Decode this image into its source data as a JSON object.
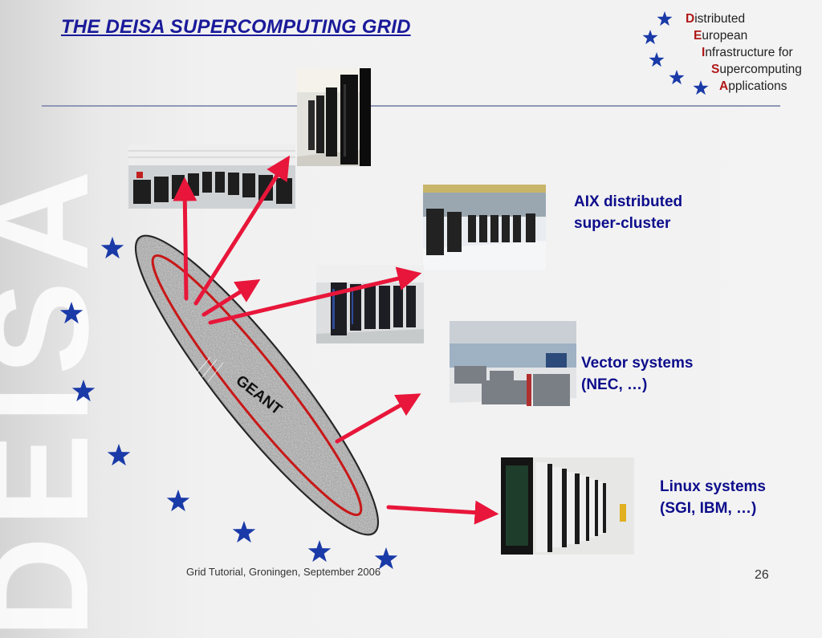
{
  "slide": {
    "title": "THE DEISA SUPERCOMPUTING GRID",
    "watermark": "DEISA",
    "footer": "Grid Tutorial, Groningen, September 2006",
    "page_number": "26"
  },
  "logo": {
    "lines": [
      {
        "cap": "D",
        "rest": "istributed"
      },
      {
        "cap": "E",
        "rest": "uropean"
      },
      {
        "cap": "I",
        "rest": "nfrastructure for"
      },
      {
        "cap": "S",
        "rest": "upercomputing"
      },
      {
        "cap": "A",
        "rest": "pplications"
      }
    ],
    "star_color": "#1a3aa8",
    "letter_color": "#b01818"
  },
  "network": {
    "label": "GEANT",
    "arrow_color": "#e8163a",
    "ring_color": "#c81818"
  },
  "labels": {
    "aix": [
      "AIX distributed",
      "super-cluster"
    ],
    "vector": [
      "Vector systems",
      "(NEC, …)"
    ],
    "linux": [
      "Linux systems",
      "(SGI, IBM, …)"
    ]
  },
  "colors": {
    "title": "#1a1a9a",
    "label": "#0d0d8c",
    "star": "#1a3aa8"
  }
}
